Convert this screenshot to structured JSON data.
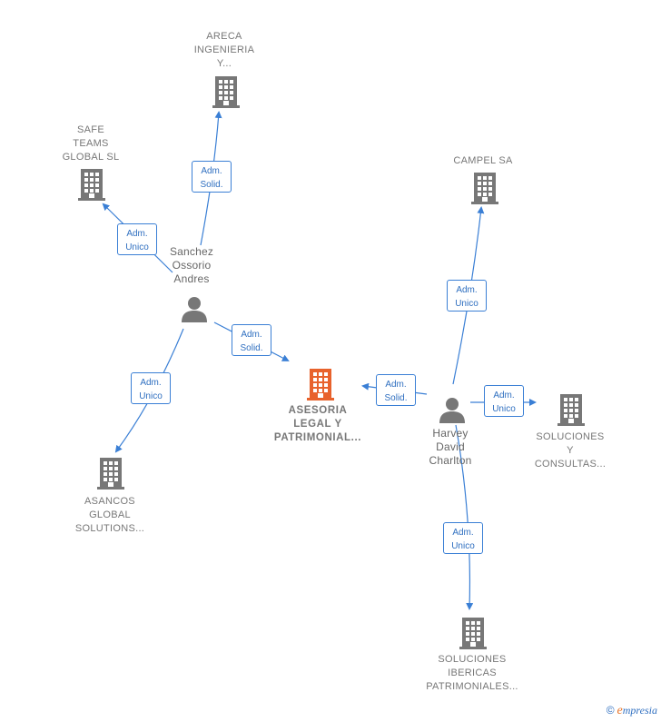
{
  "colors": {
    "edge": "#3a7fd5",
    "building": "#777777",
    "focus": "#e8622c",
    "person": "#777777"
  },
  "nodes": {
    "areca": {
      "label": "ARECA\nINGENIERIA\nY..."
    },
    "safe": {
      "label": "SAFE\nTEAMS\nGLOBAL  SL"
    },
    "campel": {
      "label": "CAMPEL SA"
    },
    "sanchez": {
      "label": "Sanchez\nOssorio\nAndres"
    },
    "asesoria": {
      "label": "ASESORIA\nLEGAL Y\nPATRIMONIAL..."
    },
    "harvey": {
      "label": "Harvey\nDavid\nCharlton"
    },
    "soluciones_consultas": {
      "label": "SOLUCIONES\nY\nCONSULTAS..."
    },
    "asancos": {
      "label": "ASANCOS\nGLOBAL\nSOLUTIONS..."
    },
    "soluciones_ibericas": {
      "label": "SOLUCIONES\nIBERICAS\nPATRIMONIALES..."
    }
  },
  "edges": {
    "sanchez_areca": {
      "label": "Adm.\nSolid."
    },
    "sanchez_safe": {
      "label": "Adm.\nUnico"
    },
    "sanchez_asesoria": {
      "label": "Adm.\nSolid."
    },
    "sanchez_asancos": {
      "label": "Adm.\nUnico"
    },
    "harvey_campel": {
      "label": "Adm.\nUnico"
    },
    "harvey_asesoria": {
      "label": "Adm.\nSolid."
    },
    "harvey_soluciones_consultas": {
      "label": "Adm.\nUnico"
    },
    "harvey_soluciones_ibericas": {
      "label": "Adm.\nUnico"
    }
  },
  "footer": {
    "copyright": "©",
    "brand_initial": "e",
    "brand_rest": "mpresia"
  }
}
